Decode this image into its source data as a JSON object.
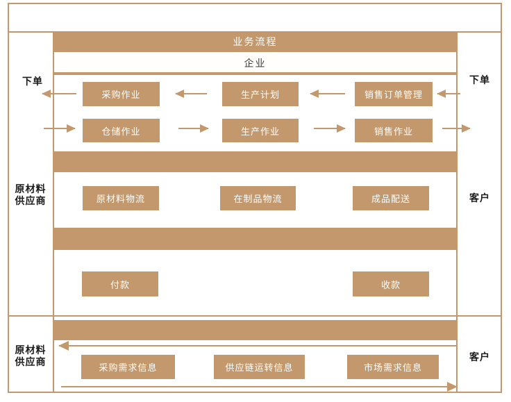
{
  "diagram": {
    "accent_color": "#C2986C",
    "header": {
      "title": "业务流程"
    },
    "enterprise_label": "企业",
    "left_column": {
      "order_label": "下单",
      "supplier_upper": "原材料\n供应商",
      "supplier_lower": "原材料\n供应商"
    },
    "right_column": {
      "order_label": "下单",
      "customer_upper": "客户",
      "customer_lower": "客户"
    },
    "rows": {
      "planning": {
        "procurement": "采购作业",
        "production_plan": "生产计划",
        "sales_order_mgmt": "销售订单管理"
      },
      "operations": {
        "warehouse": "仓储作业",
        "production": "生产作业",
        "sales": "销售作业"
      },
      "logistics": {
        "raw_material": "原材料物流",
        "wip": "在制品物流",
        "finished_delivery": "成品配送"
      },
      "funds": {
        "payment": "付款",
        "collection": "收款"
      },
      "information": {
        "procurement_demand": "采购需求信息",
        "supply_chain": "供应链运转信息",
        "market_demand": "市场需求信息"
      }
    }
  }
}
